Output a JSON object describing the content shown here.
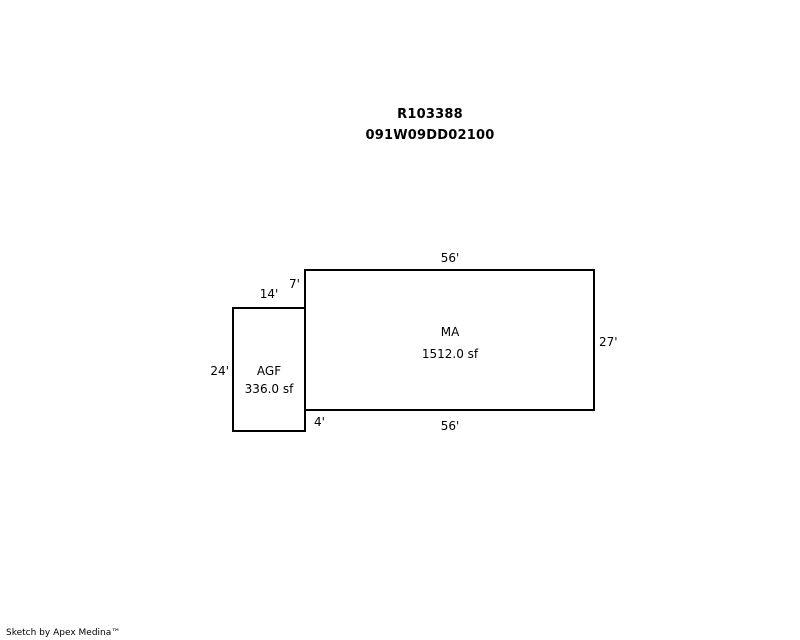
{
  "header": {
    "account_id": "R103388",
    "parcel_id": "091W09DD02100"
  },
  "areas": {
    "main": {
      "code": "MA",
      "area": "1512.0 sf"
    },
    "garage": {
      "code": "AGF",
      "area": "336.0 sf"
    }
  },
  "dimensions": {
    "main_top": "56'",
    "main_bottom": "56'",
    "main_right": "27'",
    "garage_top": "14'",
    "garage_left": "24'",
    "offset_top": "7'",
    "offset_bottom": "4'"
  },
  "footer": {
    "credit": "Sketch by Apex Medina™"
  }
}
